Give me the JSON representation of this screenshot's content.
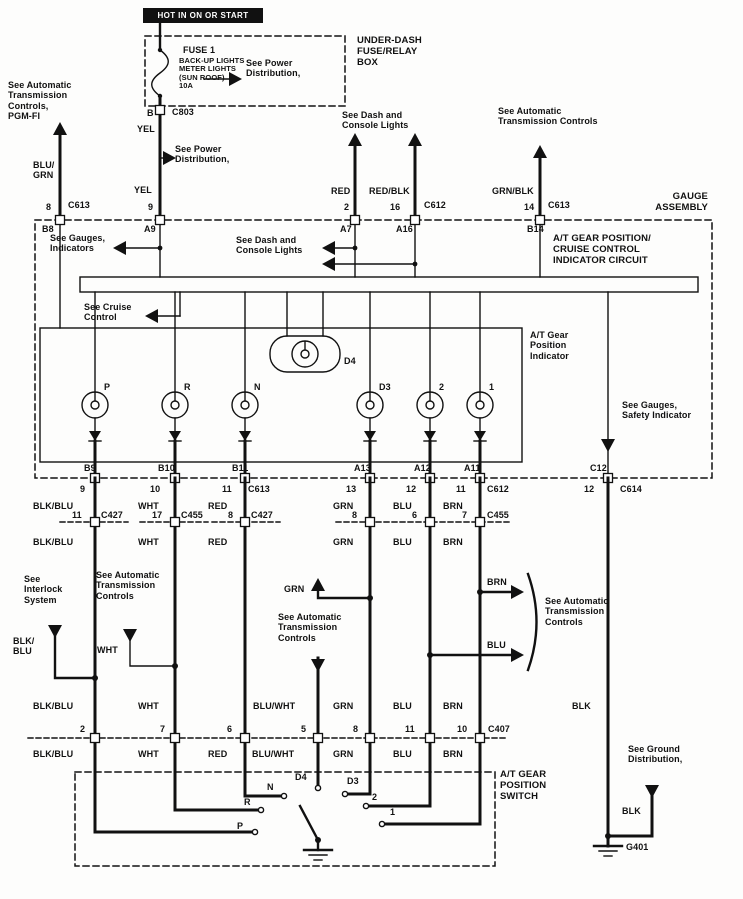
{
  "power": {
    "hot": "HOT IN ON OR START",
    "fuse_name": "FUSE 1",
    "fuse_desc": "BACK-UP LIGHTS\nMETER LIGHTS\n(SUN ROOF)\n10A",
    "see_power_inside": "See Power\nDistribution,",
    "box_label": "UNDER-DASH\nFUSE/RELAY\nBOX",
    "pin_b": "B",
    "conn": "C803",
    "wire1": "YEL",
    "see_power_below": "See Power\nDistribution,",
    "wire2": "YEL",
    "pin_9": "9"
  },
  "top_left": {
    "note": "See Automatic\nTransmission\nControls,\nPGM-FI",
    "wire": "BLU/\nGRN",
    "pin": "8",
    "conn": "C613"
  },
  "top_dash": {
    "note": "See Dash and\nConsole Lights",
    "wire1": "RED",
    "wire2": "RED/BLK",
    "pin1": "2",
    "pin2": "16",
    "conn": "C612"
  },
  "top_right": {
    "note": "See Automatic\nTransmission Controls",
    "wire": "GRN/BLK",
    "pin": "14",
    "conn": "C613"
  },
  "gauge": {
    "title": "GAUGE\nASSEMBLY",
    "pins_top": [
      "B8",
      "A9",
      "A7",
      "A16",
      "B14"
    ],
    "see_gauges": "See Gauges,\nIndicators",
    "see_dash": "See Dash and\nConsole Lights",
    "circuit": "A/T GEAR POSITION/\nCRUISE CONTROL\nINDICATOR CIRCUIT",
    "see_cruise": "See Cruise\nControl",
    "indicator": "A/T Gear\nPosition\nIndicator",
    "d4": "D4",
    "lamps": [
      "P",
      "R",
      "N",
      "D3",
      "2",
      "1"
    ],
    "see_safety": "See Gauges,\nSafety Indicator",
    "pins_bottom": [
      "B9",
      "B10",
      "B11",
      "A13",
      "A12",
      "A11",
      "C12"
    ]
  },
  "conn_row1": {
    "pins": [
      "9",
      "10",
      "11",
      "13",
      "12",
      "11",
      "12"
    ],
    "conns": [
      "C613",
      "C612",
      "C614"
    ]
  },
  "colors_row1": [
    "BLK/BLU",
    "WHT",
    "RED",
    "GRN",
    "BLU",
    "BRN"
  ],
  "conn_row2": {
    "pins": [
      "11",
      "17",
      "8",
      "8",
      "6",
      "7"
    ],
    "conns": [
      "C427",
      "C455",
      "C427",
      "C455"
    ]
  },
  "colors_row2": [
    "BLK/BLU",
    "WHT",
    "RED",
    "GRN",
    "BLU",
    "BRN"
  ],
  "mid": {
    "interlock": "See\nInterlock\nSystem",
    "blkblu": "BLK/\nBLU",
    "atc_left": "See Automatic\nTransmission\nControls",
    "wht": "WHT",
    "grn": "GRN",
    "atc_center": "See Automatic\nTransmission\nControls",
    "brn": "BRN",
    "blu": "BLU",
    "atc_right": "See Automatic\nTransmission\nControls"
  },
  "colors_row3": [
    "BLK/BLU",
    "WHT",
    "BLU/WHT",
    "GRN",
    "BLU",
    "BRN",
    "BLK"
  ],
  "conn_row3": {
    "pins": [
      "2",
      "7",
      "6",
      "5",
      "8",
      "11",
      "10"
    ],
    "conn": "C407"
  },
  "colors_row4": [
    "BLK/BLU",
    "WHT",
    "RED",
    "BLU/WHT",
    "GRN",
    "BLU",
    "BRN"
  ],
  "switch": {
    "title": "A/T GEAR\nPOSITION\nSWITCH",
    "contacts": [
      "P",
      "R",
      "N",
      "D4",
      "D3",
      "2",
      "1"
    ]
  },
  "ground": {
    "see_ground": "See Ground\nDistribution,",
    "blk": "BLK",
    "g401": "G401"
  }
}
